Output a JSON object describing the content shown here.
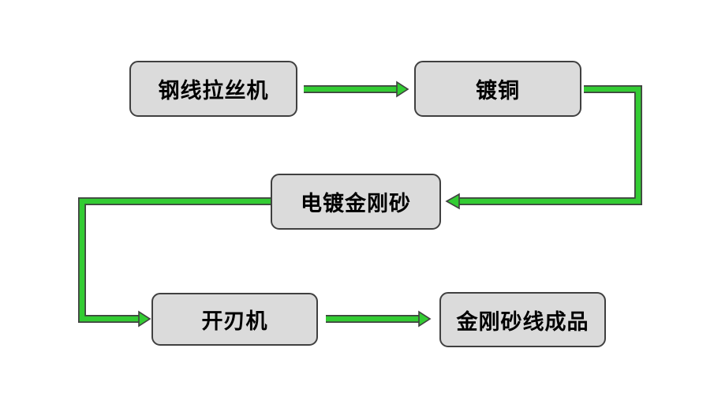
{
  "slide": {
    "background": "#FFFFFF"
  },
  "colors": {
    "slide_background": "#FFFFFF",
    "arrow_fill": "#33CC33",
    "arrow_outline": "#404040",
    "node_fill": "#DBDBDB",
    "node_border": "#404040",
    "node_text": "#000000"
  },
  "flowchart": {
    "nodes": [
      {
        "label": "钢线拉丝机"
      },
      {
        "label": "镀铜"
      },
      {
        "label": "电镀金刚砂"
      },
      {
        "label": "开刃机"
      },
      {
        "label": "金刚砂线成品"
      }
    ],
    "edges": [
      {
        "from": "钢线拉丝机",
        "to": "镀铜",
        "style": "straight-arrow",
        "direction": "right"
      },
      {
        "from": "镀铜",
        "to": "电镀金刚砂",
        "style": "elbow-arrow",
        "direction": "right-down-left"
      },
      {
        "from": "电镀金刚砂",
        "to": "开刃机",
        "style": "elbow-arrow",
        "direction": "left-down-right"
      },
      {
        "from": "开刃机",
        "to": "金刚砂线成品",
        "style": "straight-arrow",
        "direction": "right"
      }
    ]
  }
}
